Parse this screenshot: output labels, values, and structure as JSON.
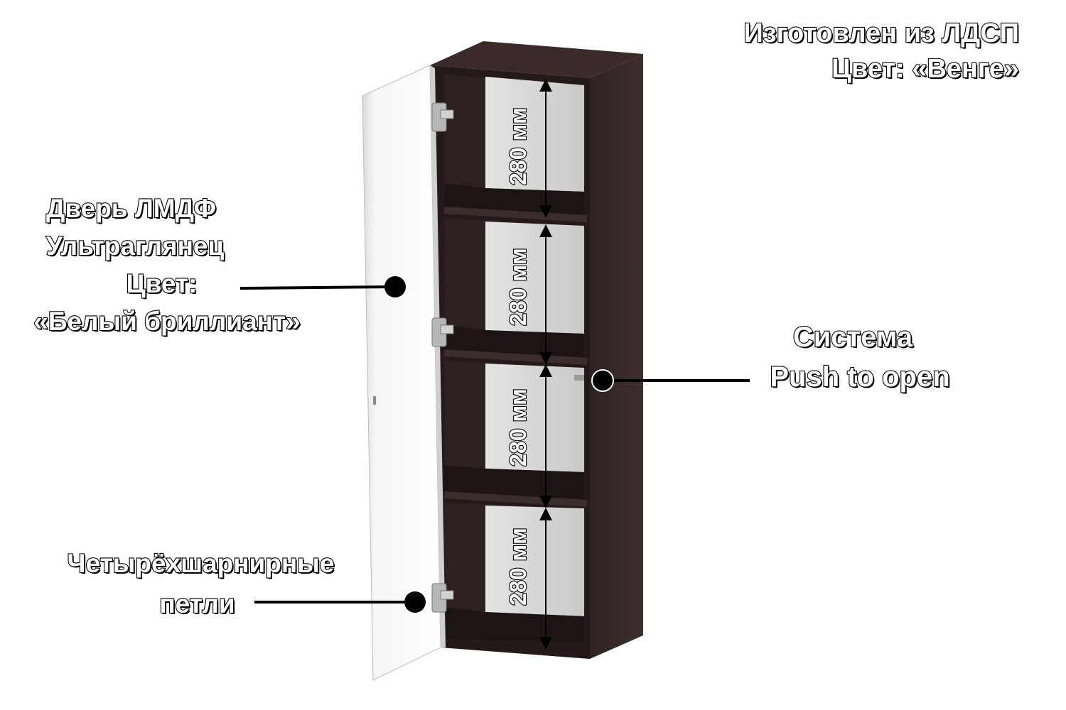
{
  "material_note": {
    "line1": "Изготовлен из ЛДСП",
    "line2": "Цвет:  «Венге»"
  },
  "door_label": {
    "line1": "Дверь ЛМДФ",
    "line2": "Ультраглянец",
    "line3": "Цвет:",
    "line4": "«Белый бриллиант»"
  },
  "push_label": {
    "line1": "Система",
    "line2": "Push to open"
  },
  "hinge_label": {
    "line1": "Четырёхшарнирные",
    "line2": "петли"
  },
  "shelf_heights": [
    {
      "label": "280 мм",
      "value": 280,
      "unit": "мм"
    },
    {
      "label": "280 мм",
      "value": 280,
      "unit": "мм"
    },
    {
      "label": "280 мм",
      "value": 280,
      "unit": "мм"
    },
    {
      "label": "280 мм",
      "value": 280,
      "unit": "мм"
    }
  ],
  "colors": {
    "body_wenge": "#2a1f1f",
    "body_wenge_side": "#3a2c2b",
    "inner_back": "#ececec",
    "door_white": "#f3f3f3",
    "callout": "#000000"
  }
}
